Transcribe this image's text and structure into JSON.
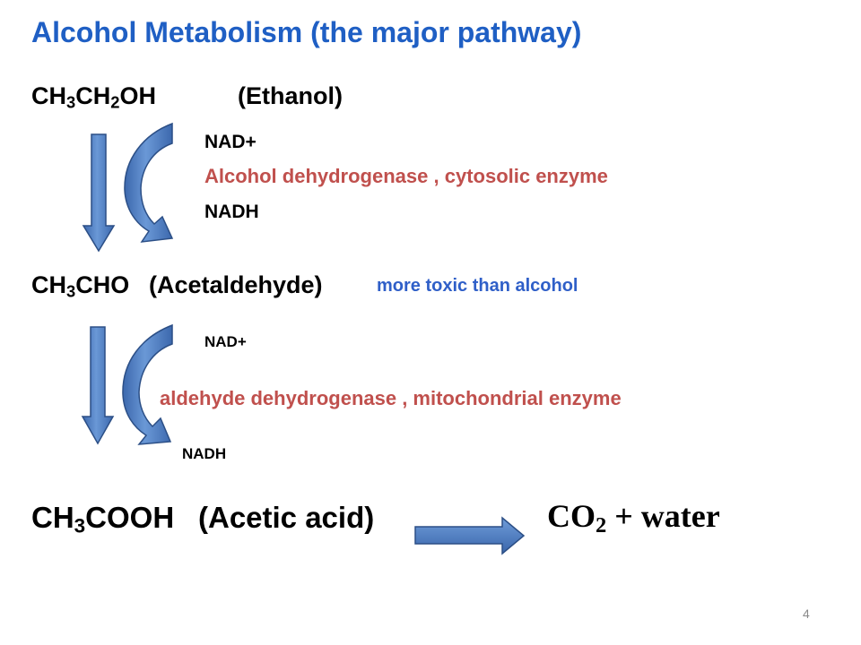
{
  "title": "Alcohol Metabolism (the major pathway)",
  "colors": {
    "title": "#1f5fc4",
    "enzyme": "#c0504d",
    "note": "#2f5fc8",
    "arrow_fill": "#4f7ec2",
    "arrow_stroke": "#2c4f86"
  },
  "ethanol": {
    "formula_parts": [
      "CH",
      "3",
      "CH",
      "2",
      "OH"
    ],
    "name": "(Ethanol)"
  },
  "step1": {
    "cofactor_in": "NAD+",
    "enzyme": "Alcohol dehydrogenase , cytosolic enzyme",
    "cofactor_out": "NADH"
  },
  "acetaldehyde": {
    "formula_parts": [
      "CH",
      "3",
      "CHO"
    ],
    "name": "(Acetaldehyde)",
    "note": "more toxic than alcohol"
  },
  "step2": {
    "cofactor_in": "NAD+",
    "enzyme": "aldehyde dehydrogenase , mitochondrial enzyme",
    "cofactor_out": "NADH"
  },
  "acetic_acid": {
    "formula_parts": [
      "CH",
      "3",
      "COOH"
    ],
    "name": "(Acetic acid)"
  },
  "products": {
    "co": "CO",
    "sub": "2",
    "rest": " + water"
  },
  "page_number": "4"
}
